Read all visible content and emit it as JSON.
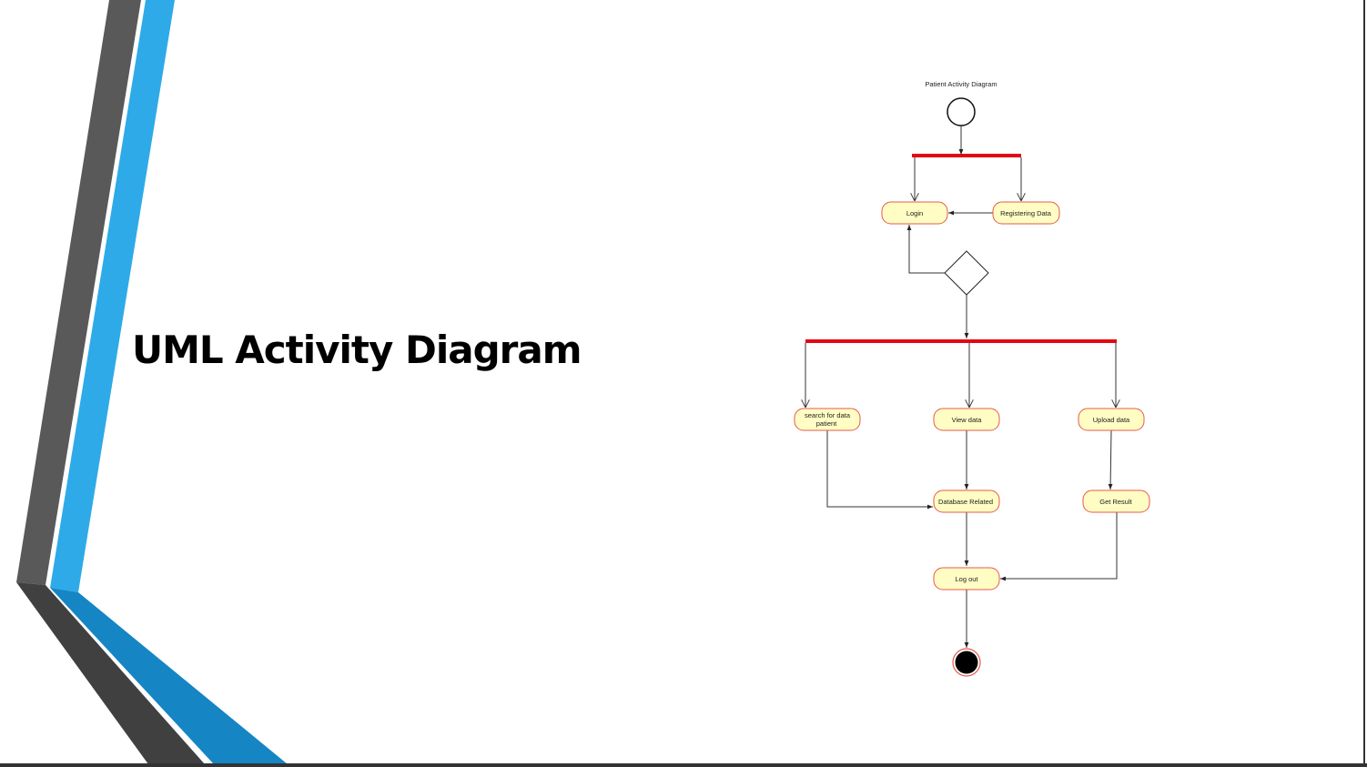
{
  "slide": {
    "title": "UML Activity Diagram"
  },
  "diagram": {
    "title": "Patient Activity Diagram",
    "nodes": {
      "login": "Login",
      "registering": "Registering Data",
      "search_line1": "search for data",
      "search_line2": "patient",
      "view": "View data",
      "upload": "Upload data",
      "database": "Database Related",
      "get_result": "Get Result",
      "logout": "Log out"
    }
  },
  "colors": {
    "fork_bar": "#e30613",
    "node_fill": "#fffdc4",
    "node_border": "#e8584a",
    "deco_gray": "#595959",
    "deco_dark": "#404040",
    "deco_blue": "#2eaae8",
    "deco_blue_dark": "#1585c4"
  }
}
